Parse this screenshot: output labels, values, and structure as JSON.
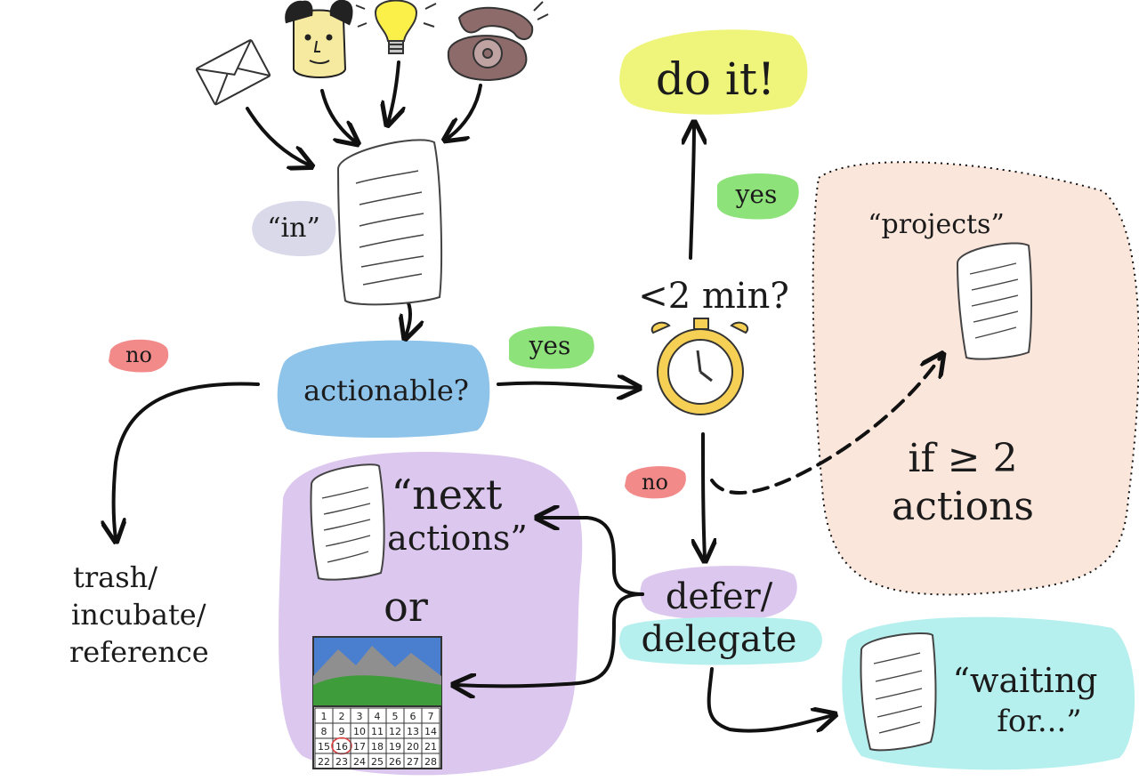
{
  "labels": {
    "in": "“in”",
    "actionable": "actionable?",
    "no_left": "no",
    "yes_right": "yes",
    "trash_line1": "trash/",
    "trash_line2": "incubate/",
    "trash_line3": "reference",
    "do_it": "do it!",
    "yes_up": "yes",
    "two_min": "<2 min?",
    "projects": "“projects”",
    "if_line1": "if ≥ 2",
    "if_line2": "actions",
    "no_down": "no",
    "next_line1": "“next",
    "next_line2": "actions”",
    "or": "or",
    "defer": "defer/",
    "delegate": "delegate",
    "waiting_line1": "“waiting",
    "waiting_line2": "for...”"
  },
  "calendar": {
    "rows": [
      [
        "1",
        "2",
        "3",
        "4",
        "5",
        "6",
        "7"
      ],
      [
        "8",
        "9",
        "10",
        "11",
        "12",
        "13",
        "14"
      ],
      [
        "15",
        "16",
        "17",
        "18",
        "19",
        "20",
        "21"
      ],
      [
        "22",
        "23",
        "24",
        "25",
        "26",
        "27",
        "28"
      ]
    ],
    "highlighted": "16"
  },
  "icons": [
    "envelope-icon",
    "person-icon",
    "lightbulb-icon",
    "telephone-icon",
    "document-icon",
    "stopwatch-icon",
    "calendar-icon"
  ],
  "colors": {
    "in_blob": "#d9d9ea",
    "actionable_blob": "#8ec3ea",
    "no_blob": "#f28a8a",
    "yes_blob": "#8ee27a",
    "do_it_blob": "#eef57a",
    "projects_panel": "#fbe6dc",
    "next_actions_panel": "#dcc7ee",
    "defer_blob": "#dcc7ee",
    "delegate_blob": "#b6f0ee",
    "waiting_panel": "#b6f0ee",
    "stopwatch": "#f5d055"
  }
}
